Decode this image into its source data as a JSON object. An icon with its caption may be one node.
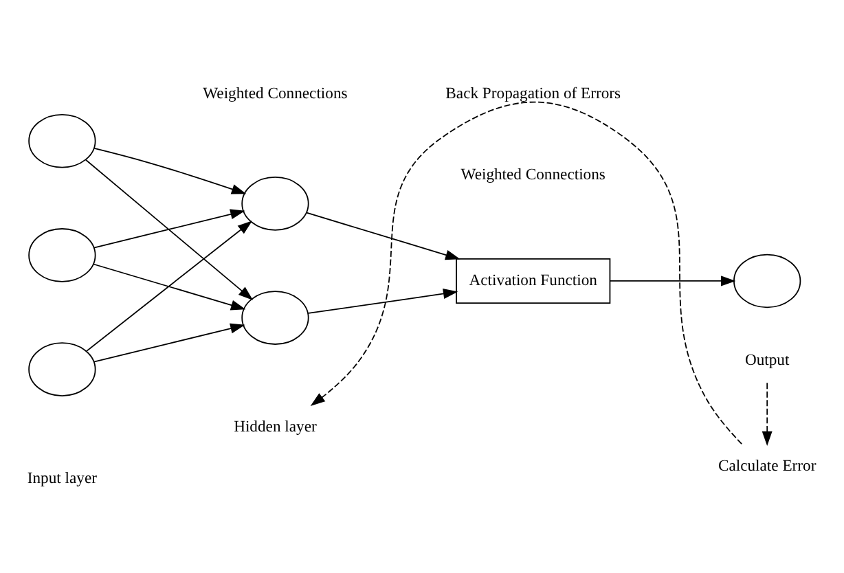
{
  "diagram": {
    "nodes": [
      {
        "text": [],
        "shape": "circle"
      },
      {
        "text": [],
        "shape": "circle"
      },
      {
        "text": [],
        "shape": "circle"
      },
      {
        "text": [],
        "shape": "circle"
      },
      {
        "text": [],
        "shape": "circle"
      },
      {
        "text": [
          "Activation Function"
        ]
      },
      {
        "text": [],
        "shape": "circle"
      },
      {
        "text": [
          "Output"
        ]
      },
      {
        "text": [
          "Calculate Error"
        ]
      },
      {
        "text": [
          "Hidden layer"
        ]
      }
    ],
    "edges": [
      {
        "from": 0,
        "to": 3,
        "arrow": "to"
      },
      {
        "from": 0,
        "to": 4,
        "arrow": "to"
      },
      {
        "from": 1,
        "to": 3,
        "arrow": "to"
      },
      {
        "from": 1,
        "to": 4,
        "arrow": "to"
      },
      {
        "from": 2,
        "to": 3,
        "arrow": "to"
      },
      {
        "from": 2,
        "to": 4,
        "arrow": "to"
      },
      {
        "from": 3,
        "to": 5,
        "arrow": "to"
      },
      {
        "from": 4,
        "to": 5,
        "arrow": "to"
      },
      {
        "from": 5,
        "to": 6,
        "arrow": "to"
      },
      {
        "from": 7,
        "to": 8,
        "arrow": "to",
        "style": "dashed"
      },
      {
        "from": 8,
        "to": 9,
        "arrow": "to",
        "style": "dashed",
        "label": "Back Propagation of Errors"
      }
    ],
    "labels": [
      "Weighted Connections",
      "Weighted Connections",
      "Input layer"
    ]
  }
}
